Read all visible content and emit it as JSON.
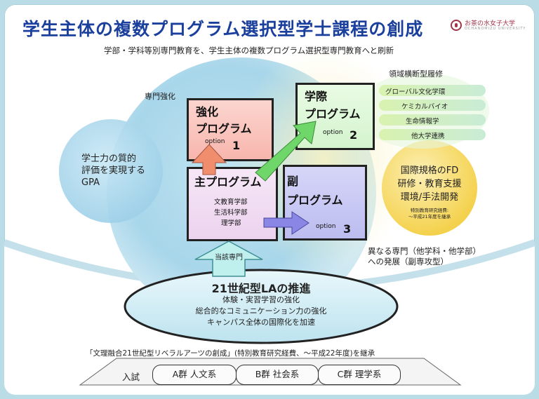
{
  "title": "学生主体の複数プログラム選択型学士課程の創成",
  "logo": {
    "name": "お茶の水女子大学",
    "english": "OCHANOMIZU UNIVERSITY"
  },
  "subtitle": "学部・学科等別専門教育を、学生主体の複数プログラム選択型専門教育へと刷新",
  "specialization_label": "専門強化",
  "gpa_circle": {
    "lines": [
      "学士力の質的",
      "評価を実現する",
      "GPA"
    ]
  },
  "kyoka_program": {
    "title_line1": "強化",
    "title_line2": "プログラム",
    "option_word": "option",
    "option_num": "1"
  },
  "gakusai_program": {
    "title_line1": "学際",
    "title_line2": "プログラム",
    "option_word": "option",
    "option_num": "2"
  },
  "main_program": {
    "title": "主プログラム",
    "lines": [
      "文教育学部",
      "生活科学部",
      "理学部"
    ]
  },
  "fuku_program": {
    "title_line1": "副",
    "title_line2": "プログラム",
    "option_word": "option",
    "option_num": "3"
  },
  "cross_domain": {
    "heading": "領域横断型履修",
    "items": [
      "グローバル文化学環",
      "ケミカルバイオ",
      "生命情報学",
      "他大学連携"
    ]
  },
  "fd_circle": {
    "lines": [
      "国際規格のFD",
      "研修・教育支援",
      "環境/手法開発"
    ],
    "note_lines": [
      "特別教育研究経費:",
      "〜平成21年度を継承"
    ]
  },
  "different_major": {
    "lines": [
      "異なる専門（他学科・他学部）",
      "への発展（副専攻型）"
    ]
  },
  "related_major_label": "当該専門",
  "la_oval": {
    "title": "21世紀型LAの推進",
    "lines": [
      "体験・実習学習の強化",
      "総合的なコミュニケーション力の強化",
      "キャンパス全体の国際化を加速"
    ]
  },
  "bottom_note": "「文理融合21世紀型リベラルアーツの創成」(特別教育研究経費、〜平成22年度)を継承",
  "admission": {
    "label": "入試",
    "groups": [
      "A群 人文系",
      "B群 社会系",
      "C群 理学系"
    ]
  },
  "colors": {
    "title": "#1b3f9c",
    "kyoka": "#f9c4bc",
    "gakusai": "#dff8da",
    "main": "#f3ddf4",
    "fuku": "#c8c8f4",
    "gpa": "#a9d9ee",
    "fd": "#f8db74",
    "arrow_up": "#f08d6c",
    "arrow_green": "#6fd66a",
    "arrow_purple": "#8a86e6",
    "arrow_cyan": "#bff0ee"
  }
}
